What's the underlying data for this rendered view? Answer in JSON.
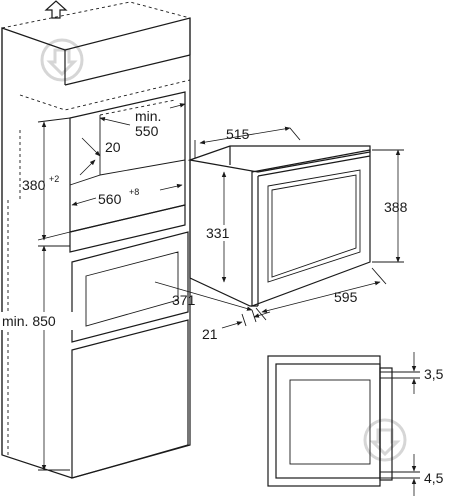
{
  "labels": {
    "min550_line1": "min.",
    "min550_line2": "550",
    "d20": "20",
    "d380": "380",
    "d380_sup": "+2",
    "d560": "560",
    "d560_sup": "+8",
    "d515": "515",
    "d388": "388",
    "d331": "331",
    "d371": "371",
    "d595": "595",
    "d21": "21",
    "min850": "min. 850",
    "d3_5": "3,5",
    "d4_5": "4,5"
  },
  "icons": {
    "top": "up-arrow-icon",
    "watermark": "watermark-logo-icon"
  }
}
